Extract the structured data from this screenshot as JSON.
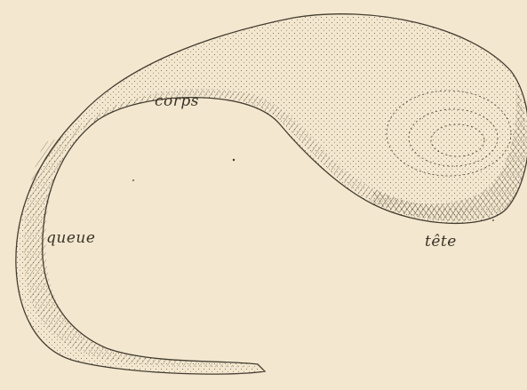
{
  "figure": {
    "subject": "embryo outline with body regions labelled",
    "labels": {
      "corps": "corps",
      "queue": "queue",
      "tete": "tête"
    },
    "colors": {
      "paper": "#f3e8cf",
      "ink": "#3a3328"
    }
  }
}
